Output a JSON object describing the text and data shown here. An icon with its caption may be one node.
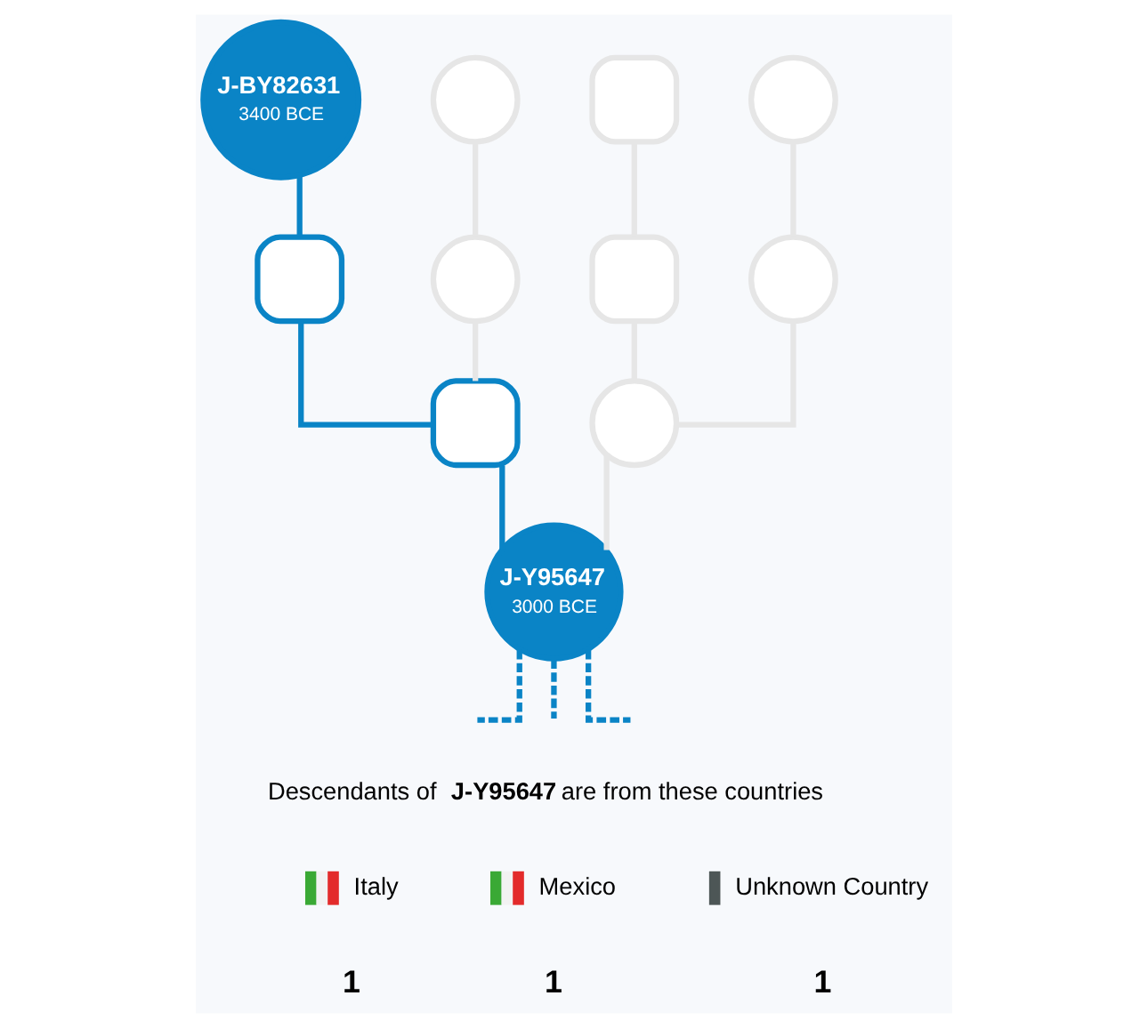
{
  "diagram": {
    "nodes": [
      {
        "text": [
          "J-BY82631",
          "3400 BCE"
        ]
      },
      {
        "text": [],
        "shape": "circle"
      },
      {
        "text": [],
        "shape": "box"
      },
      {
        "text": [],
        "shape": "circle"
      },
      {
        "text": [],
        "shape": "box"
      },
      {
        "text": [],
        "shape": "circle"
      },
      {
        "text": [],
        "shape": "box"
      },
      {
        "text": [],
        "shape": "circle"
      },
      {
        "text": [],
        "shape": "box"
      },
      {
        "text": [],
        "shape": "circle"
      },
      {
        "text": [
          "J-Y95647",
          "3000 BCE"
        ]
      }
    ],
    "edges": [
      {
        "from": 0,
        "to": 4,
        "arrow": "none",
        "color": "#0a84c6"
      },
      {
        "from": 1,
        "to": 5,
        "arrow": "none"
      },
      {
        "from": 2,
        "to": 6,
        "arrow": "none"
      },
      {
        "from": 3,
        "to": 7,
        "arrow": "none"
      },
      {
        "from": 4,
        "to": 8,
        "arrow": "none",
        "color": "#0a84c6"
      },
      {
        "from": 5,
        "to": 8,
        "arrow": "none"
      },
      {
        "from": 6,
        "to": 9,
        "arrow": "none"
      },
      {
        "from": 7,
        "to": 9,
        "arrow": "none"
      },
      {
        "from": 8,
        "to": 10,
        "arrow": "none",
        "color": "#0a84c6"
      },
      {
        "from": 9,
        "to": 10,
        "arrow": "none"
      },
      {
        "from": 10,
        "to": null,
        "arrow": "none",
        "style": "dashed",
        "color": "#0a84c6"
      },
      {
        "from": 10,
        "to": null,
        "arrow": "none",
        "style": "dashed",
        "color": "#0a84c6"
      },
      {
        "from": 10,
        "to": null,
        "arrow": "none",
        "style": "dashed",
        "color": "#0a84c6"
      }
    ],
    "labels": [
      "Descendants of **J-Y95647** are from these countries",
      "Italy",
      "Mexico",
      "Unknown Country",
      "1",
      "1",
      "1"
    ]
  }
}
